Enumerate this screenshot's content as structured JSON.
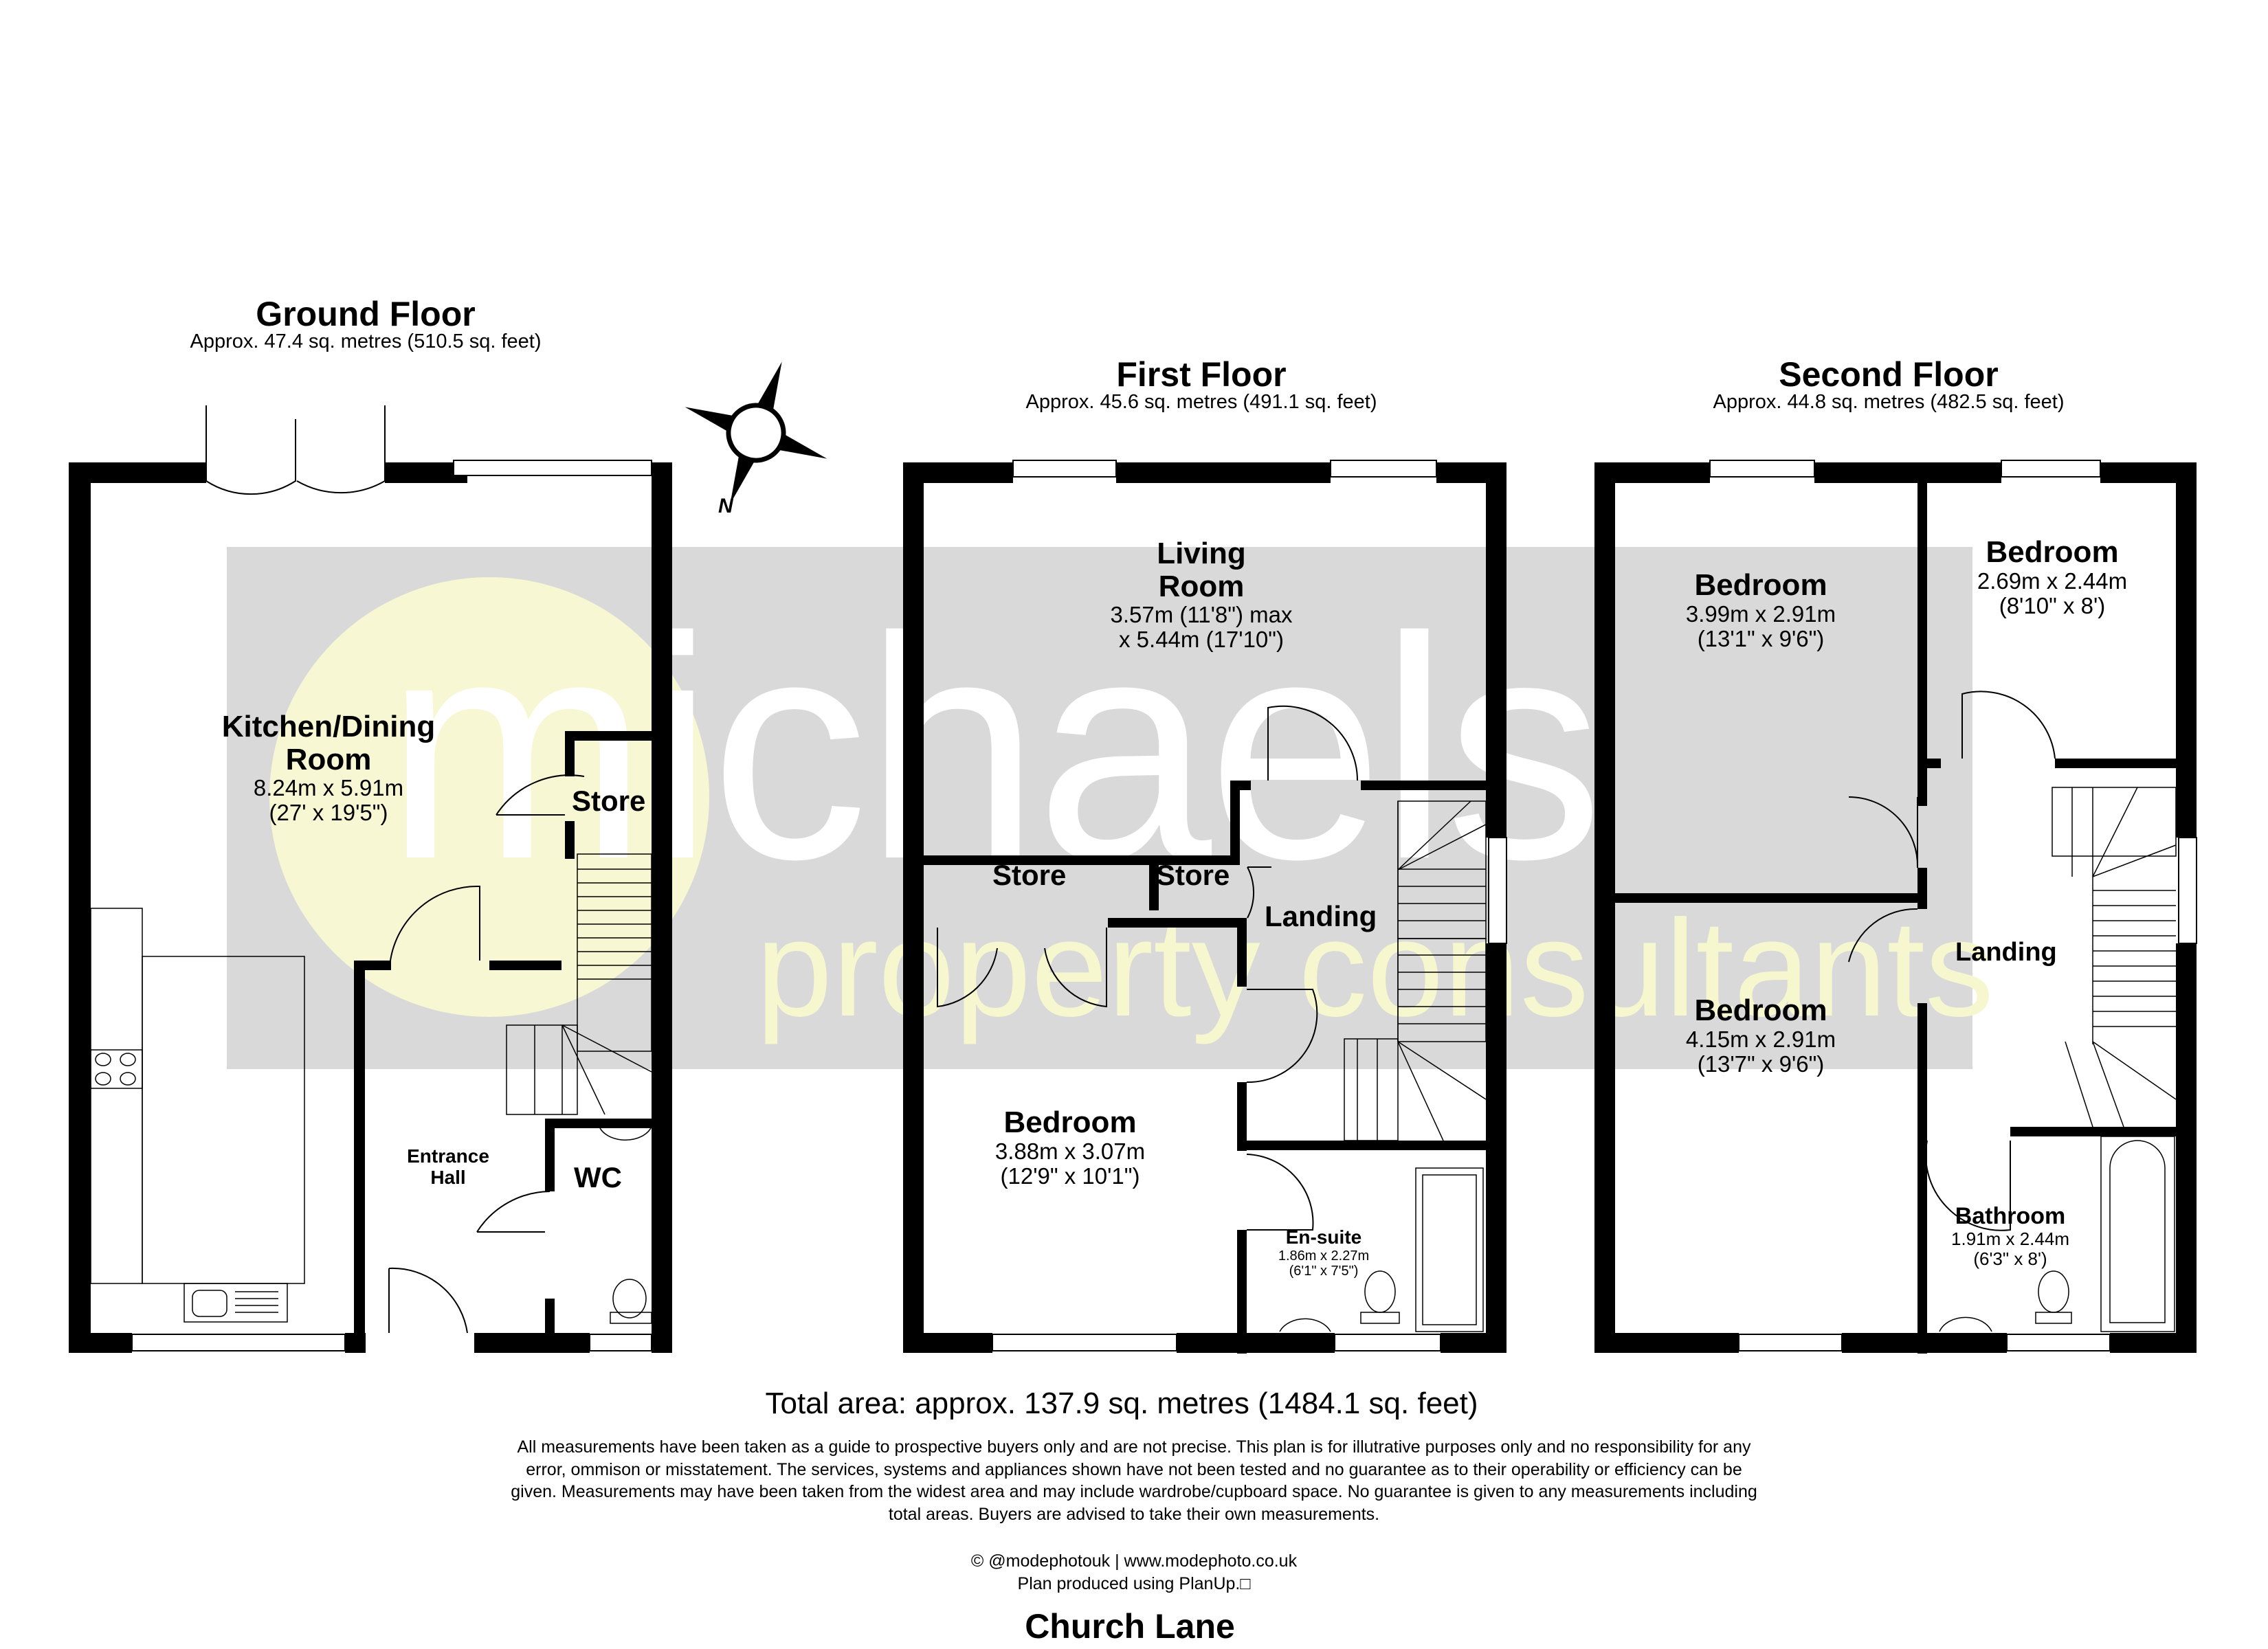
{
  "watermark": {
    "brand": "michaels",
    "tagline": "property consultants",
    "band_color": "#d9d9d9",
    "circle_color": "#f7f7d4",
    "tagline_color": "#f6f7cf"
  },
  "compass": {
    "label": "N",
    "icon": "compass-rose-icon"
  },
  "floors": [
    {
      "id": "ground",
      "title": "Ground Floor",
      "area": "Approx. 47.4 sq. metres (510.5 sq. feet)",
      "rooms": [
        {
          "name_line1": "Kitchen/Dining",
          "name_line2": "Room",
          "dim_m": "8.24m x 5.91m",
          "dim_ft": "(27' x 19'5\")"
        },
        {
          "name": "Store"
        },
        {
          "name_line1": "Entrance",
          "name_line2": "Hall"
        },
        {
          "name": "WC"
        }
      ]
    },
    {
      "id": "first",
      "title": "First Floor",
      "area": "Approx. 45.6 sq. metres (491.1 sq. feet)",
      "rooms": [
        {
          "name_line1": "Living",
          "name_line2": "Room",
          "dim_m": "3.57m (11'8\") max",
          "dim_ft": "x 5.44m (17'10\")"
        },
        {
          "name": "Store"
        },
        {
          "name": "Store"
        },
        {
          "name": "Landing"
        },
        {
          "name": "Bedroom",
          "dim_m": "3.88m x 3.07m",
          "dim_ft": "(12'9\" x 10'1\")"
        },
        {
          "name": "En-suite",
          "dim_m": "1.86m x 2.27m",
          "dim_ft": "(6'1\" x 7'5\")"
        }
      ]
    },
    {
      "id": "second",
      "title": "Second Floor",
      "area": "Approx. 44.8 sq. metres (482.5 sq. feet)",
      "rooms": [
        {
          "name": "Bedroom",
          "dim_m": "3.99m x 2.91m",
          "dim_ft": "(13'1\" x 9'6\")"
        },
        {
          "name": "Bedroom",
          "dim_m": "2.69m x 2.44m",
          "dim_ft": "(8'10\" x 8')"
        },
        {
          "name": "Landing"
        },
        {
          "name": "Bedroom",
          "dim_m": "4.15m x 2.91m",
          "dim_ft": "(13'7\" x 9'6\")"
        },
        {
          "name": "Bathroom",
          "dim_m": "1.91m x 2.44m",
          "dim_ft": "(6'3\" x 8')"
        }
      ]
    }
  ],
  "footer": {
    "total_area": "Total area: approx. 137.9 sq. metres (1484.1 sq. feet)",
    "disclaimer_lines": [
      "All measurements have been taken as a guide to prospective buyers only and are not precise. This plan is for illutrative purposes only and no responsibility for any",
      "error, ommison or misstatement. The services, systems and appliances shown have not been tested and no guarantee as to their operability or efficiency can be",
      "given. Measurements may have been taken from the widest area and may include wardrobe/cupboard space. No guarantee is given to any measurements including",
      "total areas. Buyers are advised to take their own measurements."
    ],
    "credit_line1": "© @modephotouk | www.modephoto.co.uk",
    "credit_line2": "Plan produced using PlanUp.□",
    "address": "Church Lane"
  }
}
